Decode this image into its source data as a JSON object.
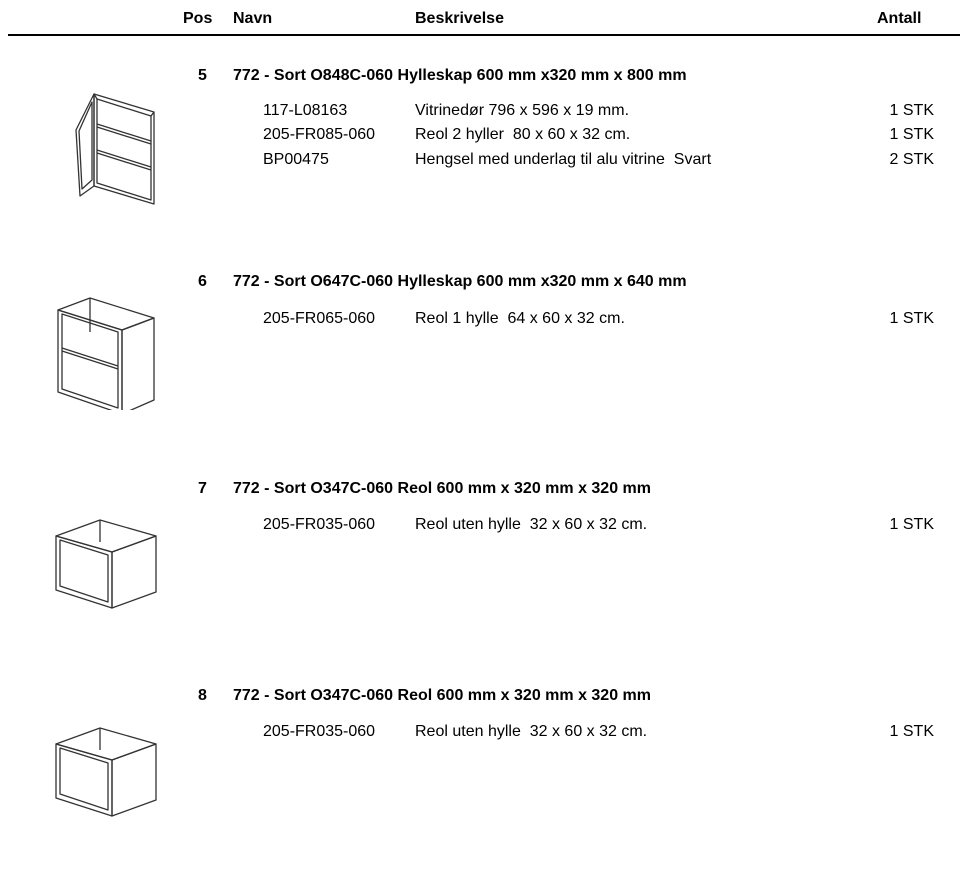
{
  "header": {
    "pos": "Pos",
    "navn": "Navn",
    "beskrivelse": "Beskrivelse",
    "antall": "Antall"
  },
  "sections": [
    {
      "pos": "5",
      "title": "772 - Sort O848C-060 Hylleskap 600 mm x320 mm x 800 mm",
      "icon": "wall-cabinet-with-glass-door-icon",
      "items": [
        {
          "code": "117-L08163",
          "description": "Vitrinedør 796 x 596 x 19 mm.",
          "quantity": "1 STK"
        },
        {
          "code": "205-FR085-060",
          "description": "Reol 2 hyller  80 x 60 x 32 cm.",
          "quantity": "1 STK"
        },
        {
          "code": "BP00475",
          "description": "Hengsel med underlag til alu vitrine  Svart",
          "quantity": "2 STK"
        }
      ]
    },
    {
      "pos": "6",
      "title": "772 - Sort O647C-060 Hylleskap 600 mm x320 mm x 640 mm",
      "icon": "open-shelf-one-shelf-icon",
      "items": [
        {
          "code": "205-FR065-060",
          "description": "Reol 1 hylle  64 x 60 x 32 cm.",
          "quantity": "1 STK"
        }
      ]
    },
    {
      "pos": "7",
      "title": "772 - Sort O347C-060 Reol 600 mm x 320 mm x 320 mm",
      "icon": "open-shelf-no-shelf-icon",
      "items": [
        {
          "code": "205-FR035-060",
          "description": "Reol uten hylle  32 x 60 x 32 cm.",
          "quantity": "1 STK"
        }
      ]
    },
    {
      "pos": "8",
      "title": "772 - Sort O347C-060 Reol 600 mm x 320 mm x 320 mm",
      "icon": "open-shelf-no-shelf-icon",
      "items": [
        {
          "code": "205-FR035-060",
          "description": "Reol uten hylle  32 x 60 x 32 cm.",
          "quantity": "1 STK"
        }
      ]
    }
  ]
}
